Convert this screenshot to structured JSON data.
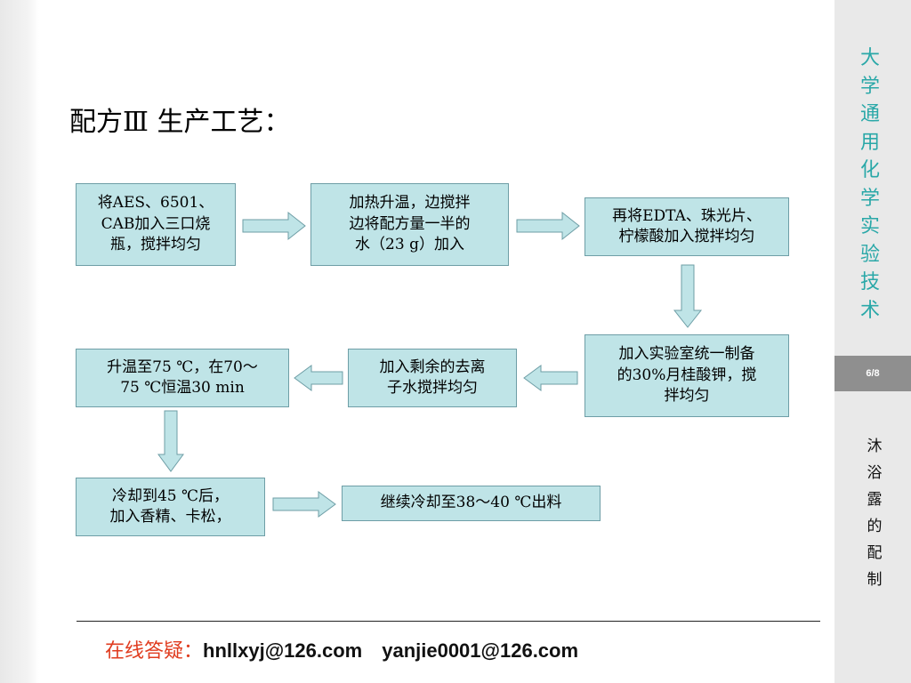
{
  "sidebar": {
    "title_chars": [
      "大",
      "学",
      "通",
      "用",
      "化",
      "学",
      "实",
      "验",
      "技",
      "术"
    ],
    "page_indicator": "6/8",
    "subtitle_chars": [
      "沐",
      "浴",
      "露",
      "的",
      "配",
      "制"
    ]
  },
  "page_title": "配方Ⅲ 生产工艺：",
  "steps": [
    "将AES、6501、\nCAB加入三口烧\n瓶，搅拌均匀",
    "加热升温，边搅拌\n边将配方量一半的\n水（23 g）加入",
    "再将EDTA、珠光片、\n柠檬酸加入搅拌均匀",
    "加入实验室统一制备\n的30%月桂酸钾，搅\n拌均匀",
    "加入剩余的去离\n子水搅拌均匀",
    "升温至75 ℃，在70～\n75 ℃恒温30 min",
    "冷却到45 ℃后，\n加入香精、卡松，",
    "继续冷却至38～40 ℃出料"
  ],
  "footer": {
    "label": "在线答疑：",
    "email1": "hnllxyj@126.com",
    "email2": "yanjie0001@126.com"
  },
  "colors": {
    "box_fill": "#bfe4e7",
    "box_border": "#6e9ea6",
    "arrow_fill": "#bfe4e7",
    "accent_teal": "#2aa8a8",
    "footer_label": "#e03c1f"
  }
}
